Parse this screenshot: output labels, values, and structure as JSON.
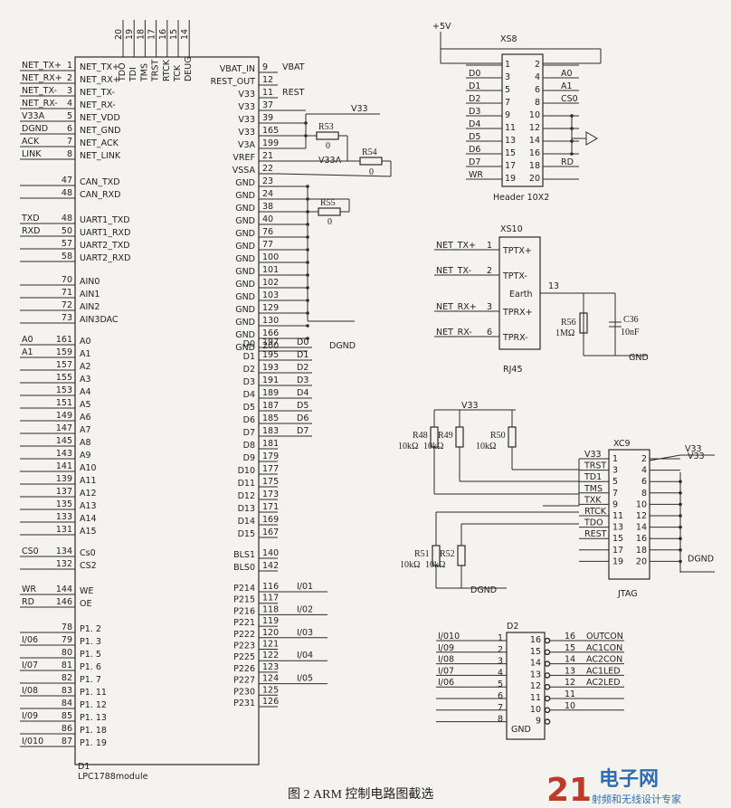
{
  "caption": "图 2   ARM 控制电路图截选",
  "watermark": {
    "number": "21",
    "brand": "电子网",
    "tagline": "射频和无线设计专家"
  },
  "d1": {
    "designator": "D1",
    "name": "LPC1788module",
    "top_pins": [
      {
        "num": "20",
        "name": "TDO"
      },
      {
        "num": "19",
        "name": "TDI"
      },
      {
        "num": "18",
        "name": "TMS"
      },
      {
        "num": "17",
        "name": "TRST"
      },
      {
        "num": "16",
        "name": "RTCK"
      },
      {
        "num": "15",
        "name": "TCK"
      },
      {
        "num": "14",
        "name": "DEUG"
      }
    ],
    "left_pins": [
      {
        "net": "NET_TX+",
        "num": "1",
        "name": "NET_TX+"
      },
      {
        "net": "NET_RX+",
        "num": "2",
        "name": "NET_RX+"
      },
      {
        "net": "NET_TX-",
        "num": "3",
        "name": "NET_TX-"
      },
      {
        "net": "NET_RX-",
        "num": "4",
        "name": "NET_RX-"
      },
      {
        "net": "V33A",
        "num": "5",
        "name": "NET_VDD"
      },
      {
        "net": "DGND",
        "num": "6",
        "name": "NET_GND"
      },
      {
        "net": "ACK",
        "num": "7",
        "name": "NET_ACK"
      },
      {
        "net": "LINK",
        "num": "8",
        "name": "NET_LINK"
      },
      {
        "net": "",
        "num": "47",
        "name": "CAN_TXD"
      },
      {
        "net": "",
        "num": "48",
        "name": "CAN_RXD"
      },
      {
        "net": "TXD",
        "num": "48",
        "name": "UART1_TXD"
      },
      {
        "net": "RXD",
        "num": "50",
        "name": "UART1_RXD"
      },
      {
        "net": "",
        "num": "57",
        "name": "UART2_TXD"
      },
      {
        "net": "",
        "num": "58",
        "name": "UART2_RXD"
      },
      {
        "net": "",
        "num": "70",
        "name": "AIN0"
      },
      {
        "net": "",
        "num": "71",
        "name": "AIN1"
      },
      {
        "net": "",
        "num": "72",
        "name": "AIN2"
      },
      {
        "net": "",
        "num": "73",
        "name": "AIN3DAC"
      },
      {
        "net": "A0",
        "num": "161",
        "name": "A0"
      },
      {
        "net": "A1",
        "num": "159",
        "name": "A1"
      },
      {
        "net": "",
        "num": "157",
        "name": "A2"
      },
      {
        "net": "",
        "num": "155",
        "name": "A3"
      },
      {
        "net": "",
        "num": "153",
        "name": "A4"
      },
      {
        "net": "",
        "num": "151",
        "name": "A5"
      },
      {
        "net": "",
        "num": "149",
        "name": "A6"
      },
      {
        "net": "",
        "num": "147",
        "name": "A7"
      },
      {
        "net": "",
        "num": "145",
        "name": "A8"
      },
      {
        "net": "",
        "num": "143",
        "name": "A9"
      },
      {
        "net": "",
        "num": "141",
        "name": "A10"
      },
      {
        "net": "",
        "num": "139",
        "name": "A11"
      },
      {
        "net": "",
        "num": "137",
        "name": "A12"
      },
      {
        "net": "",
        "num": "135",
        "name": "A13"
      },
      {
        "net": "",
        "num": "133",
        "name": "A14"
      },
      {
        "net": "",
        "num": "131",
        "name": "A15"
      },
      {
        "net": "CS0",
        "num": "134",
        "name": "Cs0"
      },
      {
        "net": "",
        "num": "132",
        "name": "CS2"
      },
      {
        "net": "WR",
        "num": "144",
        "name": "WE"
      },
      {
        "net": "RD",
        "num": "146",
        "name": "OE"
      },
      {
        "net": "",
        "num": "78",
        "name": "P1. 2"
      },
      {
        "net": "I/06",
        "num": "79",
        "name": "P1. 3"
      },
      {
        "net": "",
        "num": "80",
        "name": "P1. 5"
      },
      {
        "net": "I/07",
        "num": "81",
        "name": "P1. 6"
      },
      {
        "net": "",
        "num": "82",
        "name": "P1. 7"
      },
      {
        "net": "I/08",
        "num": "83",
        "name": "P1. 11"
      },
      {
        "net": "",
        "num": "84",
        "name": "P1. 12"
      },
      {
        "net": "I/09",
        "num": "85",
        "name": "P1. 13"
      },
      {
        "net": "",
        "num": "86",
        "name": "P1. 18"
      },
      {
        "net": "I/010",
        "num": "87",
        "name": "P1. 19"
      }
    ],
    "right_pins": [
      {
        "name": "VBAT_IN",
        "num": "9",
        "net": "VBAT"
      },
      {
        "name": "REST_OUT",
        "num": "12",
        "net": ""
      },
      {
        "name": "V33",
        "num": "11",
        "net": "REST"
      },
      {
        "name": "V33",
        "num": "37",
        "net": ""
      },
      {
        "name": "V33",
        "num": "39",
        "net": ""
      },
      {
        "name": "V33",
        "num": "165",
        "net": ""
      },
      {
        "name": "V3A",
        "num": "199",
        "net": ""
      },
      {
        "name": "VREF",
        "num": "21",
        "net": ""
      },
      {
        "name": "VSSA",
        "num": "22",
        "net": ""
      },
      {
        "name": "GND",
        "num": "23",
        "net": ""
      },
      {
        "name": "GND",
        "num": "24",
        "net": ""
      },
      {
        "name": "GND",
        "num": "38",
        "net": ""
      },
      {
        "name": "GND",
        "num": "40",
        "net": ""
      },
      {
        "name": "GND",
        "num": "76",
        "net": ""
      },
      {
        "name": "GND",
        "num": "77",
        "net": ""
      },
      {
        "name": "GND",
        "num": "100",
        "net": ""
      },
      {
        "name": "GND",
        "num": "101",
        "net": ""
      },
      {
        "name": "GND",
        "num": "102",
        "net": ""
      },
      {
        "name": "GND",
        "num": "103",
        "net": ""
      },
      {
        "name": "GND",
        "num": "129",
        "net": ""
      },
      {
        "name": "GND",
        "num": "130",
        "net": ""
      },
      {
        "name": "GND",
        "num": "166",
        "net": ""
      },
      {
        "name": "GND",
        "num": "200",
        "net": "DGND"
      },
      {
        "name": "D0",
        "num": "197",
        "net": "D0"
      },
      {
        "name": "D1",
        "num": "195",
        "net": "D1"
      },
      {
        "name": "D2",
        "num": "193",
        "net": "D2"
      },
      {
        "name": "D3",
        "num": "191",
        "net": "D3"
      },
      {
        "name": "D4",
        "num": "189",
        "net": "D4"
      },
      {
        "name": "D5",
        "num": "187",
        "net": "D5"
      },
      {
        "name": "D6",
        "num": "185",
        "net": "D6"
      },
      {
        "name": "D7",
        "num": "183",
        "net": "D7"
      },
      {
        "name": "D8",
        "num": "181",
        "net": ""
      },
      {
        "name": "D9",
        "num": "179",
        "net": ""
      },
      {
        "name": "D10",
        "num": "177",
        "net": ""
      },
      {
        "name": "D11",
        "num": "175",
        "net": ""
      },
      {
        "name": "D12",
        "num": "173",
        "net": ""
      },
      {
        "name": "D13",
        "num": "171",
        "net": ""
      },
      {
        "name": "D14",
        "num": "169",
        "net": ""
      },
      {
        "name": "D15",
        "num": "167",
        "net": ""
      },
      {
        "name": "BLS1",
        "num": "140",
        "net": ""
      },
      {
        "name": "BLS0",
        "num": "142",
        "net": ""
      },
      {
        "name": "P214",
        "num": "116",
        "net": "I/01"
      },
      {
        "name": "P215",
        "num": "117",
        "net": ""
      },
      {
        "name": "P216",
        "num": "118",
        "net": "I/02"
      },
      {
        "name": "P221",
        "num": "119",
        "net": ""
      },
      {
        "name": "P222",
        "num": "120",
        "net": "I/03"
      },
      {
        "name": "P223",
        "num": "121",
        "net": ""
      },
      {
        "name": "P225",
        "num": "122",
        "net": "I/04"
      },
      {
        "name": "P226",
        "num": "123",
        "net": ""
      },
      {
        "name": "P227",
        "num": "124",
        "net": "I/05"
      },
      {
        "name": "P230",
        "num": "125",
        "net": ""
      },
      {
        "name": "P231",
        "num": "126",
        "net": ""
      }
    ],
    "v33_label": "V33",
    "v33a_label": "V33A",
    "r53": {
      "name": "R53",
      "value": "0"
    },
    "r54": {
      "name": "R54",
      "value": "0"
    },
    "r55": {
      "name": "R55",
      "value": "0"
    }
  },
  "xs8": {
    "designator": "XS8",
    "type": "Header 10X2",
    "supply": "+5V",
    "rows": [
      {
        "left_net": "",
        "left_num": "1",
        "right_num": "2",
        "right_net": ""
      },
      {
        "left_net": "D0",
        "left_num": "3",
        "right_num": "4",
        "right_net": "A0"
      },
      {
        "left_net": "D1",
        "left_num": "5",
        "right_num": "6",
        "right_net": "A1"
      },
      {
        "left_net": "D2",
        "left_num": "7",
        "right_num": "8",
        "right_net": "CS0"
      },
      {
        "left_net": "D3",
        "left_num": "9",
        "right_num": "10",
        "right_net": ""
      },
      {
        "left_net": "D4",
        "left_num": "11",
        "right_num": "12",
        "right_net": ""
      },
      {
        "left_net": "D5",
        "left_num": "13",
        "right_num": "14",
        "right_net": ""
      },
      {
        "left_net": "D6",
        "left_num": "15",
        "right_num": "16",
        "right_net": ""
      },
      {
        "left_net": "D7",
        "left_num": "17",
        "right_num": "18",
        "right_net": "RD"
      },
      {
        "left_net": "WR",
        "left_num": "19",
        "right_num": "20",
        "right_net": ""
      }
    ]
  },
  "xs10": {
    "designator": "XS10",
    "type": "RJ45",
    "pins": [
      {
        "net": "NET_TX+",
        "num": "1",
        "name": "TPTX+"
      },
      {
        "net": "NET_TX-",
        "num": "2",
        "name": "TPTX-"
      },
      {
        "net": "NET_RX+",
        "num": "3",
        "name": "TPRX+"
      },
      {
        "net": "NET_RX-",
        "num": "6",
        "name": "TPRX-"
      }
    ],
    "earth": {
      "name": "Earth",
      "num": "13"
    },
    "r56": {
      "name": "R56",
      "value": "1MΩ"
    },
    "c36": {
      "name": "C36",
      "value": "10nF"
    },
    "gnd": "GND"
  },
  "jtag": {
    "designator": "XC9",
    "type": "JTAG",
    "rows": [
      {
        "left_net": "V33",
        "left_num": "1",
        "right_num": "2",
        "right_net": "V33"
      },
      {
        "left_net": "TRST",
        "left_num": "3",
        "right_num": "4",
        "right_net": ""
      },
      {
        "left_net": "TD1",
        "left_num": "5",
        "right_num": "6",
        "right_net": ""
      },
      {
        "left_net": "TMS",
        "left_num": "7",
        "right_num": "8",
        "right_net": ""
      },
      {
        "left_net": "TXK",
        "left_num": "9",
        "right_num": "10",
        "right_net": ""
      },
      {
        "left_net": "RTCK",
        "left_num": "11",
        "right_num": "12",
        "right_net": ""
      },
      {
        "left_net": "TDO",
        "left_num": "13",
        "right_num": "14",
        "right_net": ""
      },
      {
        "left_net": "REST",
        "left_num": "15",
        "right_num": "16",
        "right_net": ""
      },
      {
        "left_net": "",
        "left_num": "17",
        "right_num": "18",
        "right_net": ""
      },
      {
        "left_net": "",
        "left_num": "19",
        "right_num": "20",
        "right_net": "DGND"
      }
    ],
    "v33": "V33",
    "dgnd": "DGND",
    "pullups": [
      {
        "name": "R48",
        "value": "10kΩ"
      },
      {
        "name": "R49",
        "value": "10kΩ"
      },
      {
        "name": "R50",
        "value": "10kΩ"
      }
    ],
    "pulldowns": [
      {
        "name": "R51",
        "value": "10kΩ"
      },
      {
        "name": "R52",
        "value": "10kΩ"
      }
    ]
  },
  "d2": {
    "designator": "D2",
    "gnd_label": "GND",
    "rows": [
      {
        "in_net": "I/010",
        "in_num": "1",
        "out_num": "16",
        "out_net": "OUTCON",
        "out_label_num": "16"
      },
      {
        "in_net": "I/09",
        "in_num": "2",
        "out_num": "15",
        "out_net": "AC1CON",
        "out_label_num": "15"
      },
      {
        "in_net": "I/08",
        "in_num": "3",
        "out_num": "14",
        "out_net": "AC2CON",
        "out_label_num": "14"
      },
      {
        "in_net": "I/07",
        "in_num": "4",
        "out_num": "13",
        "out_net": "AC1LED",
        "out_label_num": "13"
      },
      {
        "in_net": "I/06",
        "in_num": "5",
        "out_num": "12",
        "out_net": "AC2LED",
        "out_label_num": "12"
      },
      {
        "in_net": "",
        "in_num": "6",
        "out_num": "11",
        "out_net": "",
        "out_label_num": "11"
      },
      {
        "in_net": "",
        "in_num": "7",
        "out_num": "10",
        "out_net": "",
        "out_label_num": "10"
      },
      {
        "in_net": "",
        "in_num": "8",
        "out_num": "9",
        "out_net": "",
        "out_label_num": ""
      }
    ]
  }
}
